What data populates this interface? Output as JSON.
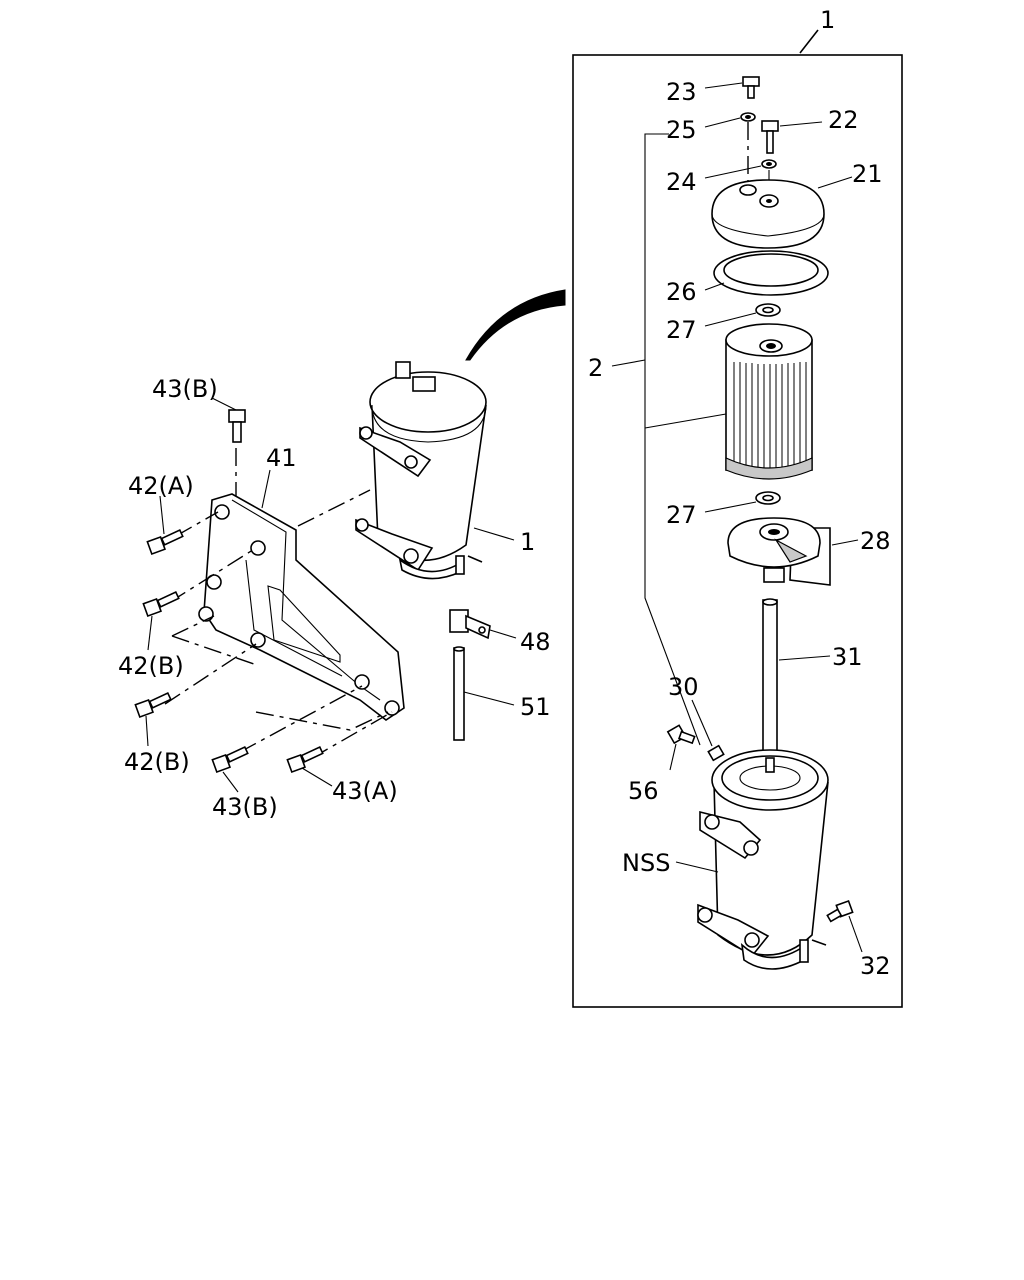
{
  "callouts": {
    "c1_top": "1",
    "c23": "23",
    "c25": "25",
    "c22": "22",
    "c24": "24",
    "c21": "21",
    "c26": "26",
    "c27a": "27",
    "c2": "2",
    "c27b": "27",
    "c28": "28",
    "c31": "31",
    "c30": "30",
    "c56": "56",
    "nss": "NSS",
    "c32": "32",
    "c43b_top": "43(B)",
    "c41": "41",
    "c42a": "42(A)",
    "c1_left": "1",
    "c42b_a": "42(B)",
    "c48": "48",
    "c42b_b": "42(B)",
    "c51": "51",
    "c43b_bottom": "43(B)",
    "c43a": "43(A)"
  }
}
